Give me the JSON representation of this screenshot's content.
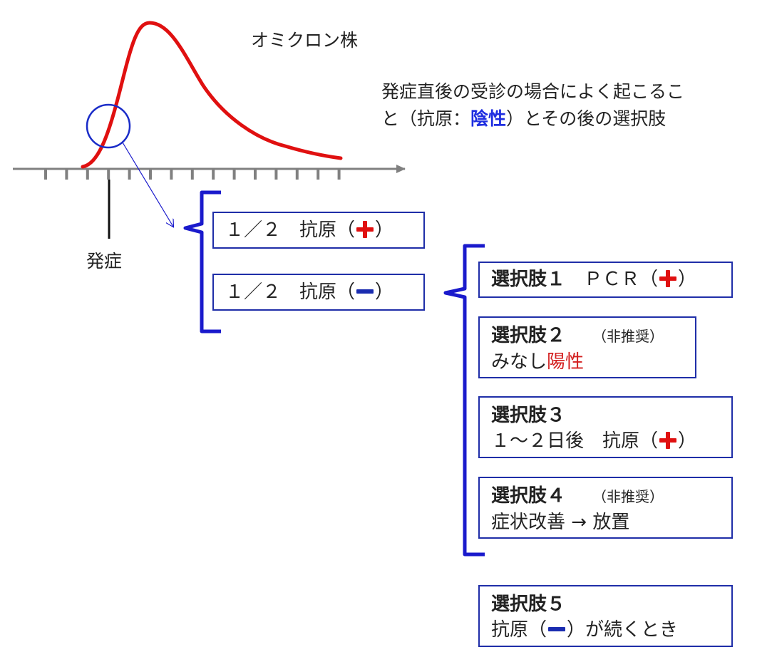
{
  "title": "オミクロン株",
  "subtitle": {
    "line1": "発症直後の受診の場合によく起こるこ",
    "line2_pre": "と（抗原：",
    "line2_neg": "陰性",
    "line2_post": "）とその後の選択肢"
  },
  "onset_label": "発症",
  "results": [
    {
      "prefix": "１／２　抗原（",
      "symbol": "plus-icon",
      "suffix": "）"
    },
    {
      "prefix": "１／２　抗原（",
      "symbol": "minus-icon",
      "suffix": "）"
    }
  ],
  "options": [
    {
      "title": "選択肢１",
      "title_tail": "　ＰＣＲ（",
      "symbol": "plus-icon",
      "title_end": "）"
    },
    {
      "title": "選択肢２",
      "note": "（非推奨）",
      "line_pre": "みなし",
      "line_highlight": "陽性"
    },
    {
      "title": "選択肢３",
      "line_pre": "１～２日後　抗原（",
      "symbol": "plus-icon",
      "line_post": "）"
    },
    {
      "title": "選択肢４",
      "note": "（非推奨）",
      "line": "症状改善 → 放置"
    },
    {
      "title": "選択肢５",
      "line_pre": "抗原（",
      "symbol": "minus-icon",
      "line_post": "）が続くとき"
    }
  ],
  "colors": {
    "curve": "#e01010",
    "axis": "#808080",
    "bracket": "#1a1acc",
    "box_border": "#1f2ea8",
    "highlight_red": "#d32020",
    "highlight_blue": "#1f2ee0"
  }
}
